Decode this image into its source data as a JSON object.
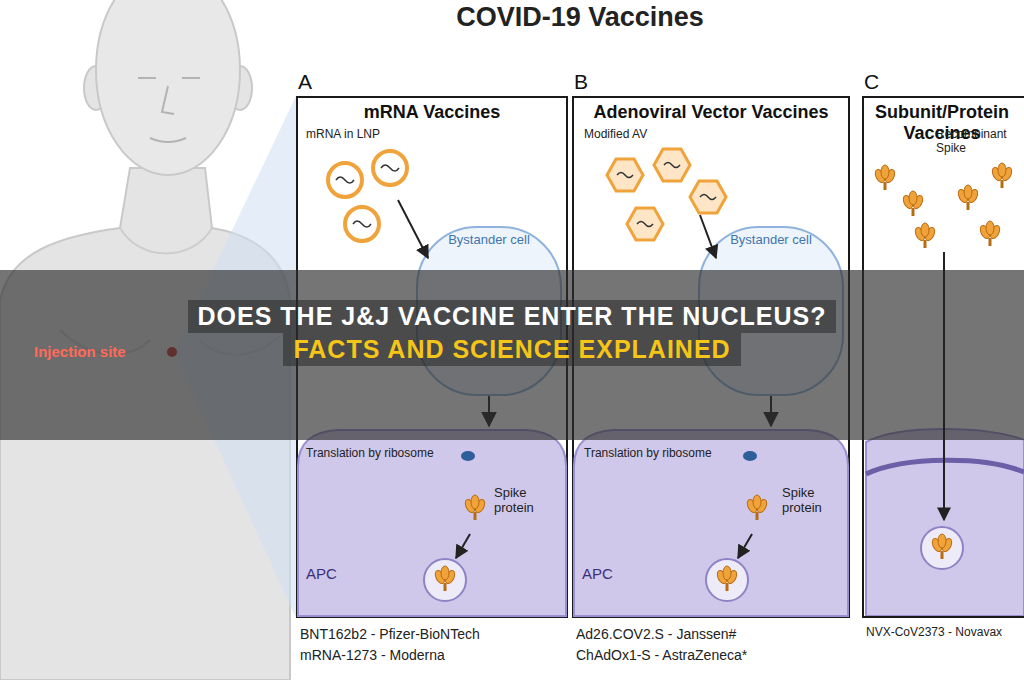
{
  "diagram": {
    "title": "COVID-19 Vaccines",
    "nodes": [
      {
        "text": [
          "A",
          "mRNA Vaccines"
        ]
      },
      {
        "text": [
          "Bystander cell"
        ],
        "in": 0
      },
      {
        "text": [
          "APC"
        ],
        "in": 0
      },
      {
        "text": [
          "B",
          "Adenoviral Vector Vaccines"
        ]
      },
      {
        "text": [
          "Bystander cell"
        ],
        "in": 3
      },
      {
        "text": [
          "APC"
        ],
        "in": 3
      },
      {
        "text": [
          "C",
          "Subunit/Protein Vaccines"
        ]
      },
      {
        "text": [
          "DOES THE J&J VACCINE ENTER THE NUCLEUS?",
          "FACTS AND SCIENCE EXPLAINED"
        ]
      }
    ],
    "edges": [
      {
        "from": 1,
        "to": 2,
        "arrow": "to"
      },
      {
        "from": 4,
        "to": 5,
        "arrow": "to"
      }
    ],
    "labels": [
      "Injection site",
      "mRNA in LNP",
      "Translation by ribosome",
      "Spike protein",
      "BNT162b2 - Pfizer-BioNTech",
      "mRNA-1273 - Moderna",
      "Modified AV",
      "Translation by ribosome",
      "Spike protein",
      "Ad26.COV2.S - Janssen#",
      "ChAdOx1-S - AstraZeneca*",
      "Recombinant Spike",
      "NVX-CoV2373 - Novavax"
    ]
  }
}
